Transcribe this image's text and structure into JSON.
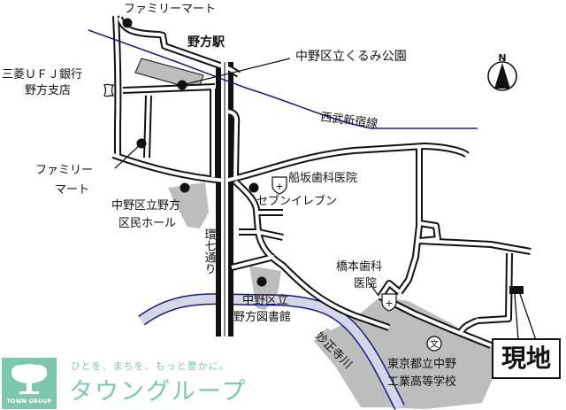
{
  "map": {
    "colors": {
      "road": "#111111",
      "facility_fill": "#bdbdbd",
      "railway": "#1a1a7a",
      "river": "#1a1a8a",
      "river_fill": "#d6d6e6",
      "brand": "#7cc8ac"
    },
    "labels": {
      "familymart_top": "ファミリーマート",
      "nogata_station": "野方駅",
      "kurumi_park": "中野区立くるみ公園",
      "mufg_line1": "三菱ＵＦＪ銀行",
      "mufg_line2": "野方支店",
      "seibu_line": "西武新宿線",
      "familymart_left_line1": "ファミリー",
      "familymart_left_line2": "マート",
      "funasaka_dental": "船坂歯科医院",
      "seven_eleven": "セブンイレブン",
      "kumin_hall_line1": "中野区立野方",
      "kumin_hall_line2": "区民ホール",
      "kannana_dori": "環七通り",
      "hashimoto_dental_line1": "橋本歯科",
      "hashimoto_dental_line2": "医院",
      "library_line1": "中野区立",
      "library_line2": "野方図書館",
      "myoshoji_river": "妙正寺川",
      "school_line1": "東京都立中野",
      "school_line2": "工業高等学校",
      "genchi": "現地"
    },
    "compass": {
      "north_label": "N"
    },
    "icons": {
      "hospital": "+",
      "school": "文"
    }
  },
  "logo": {
    "caption": "TOWN GROUP",
    "tagline": "ひとを、まちを、もっと豊かに。",
    "name": "タウングループ"
  }
}
